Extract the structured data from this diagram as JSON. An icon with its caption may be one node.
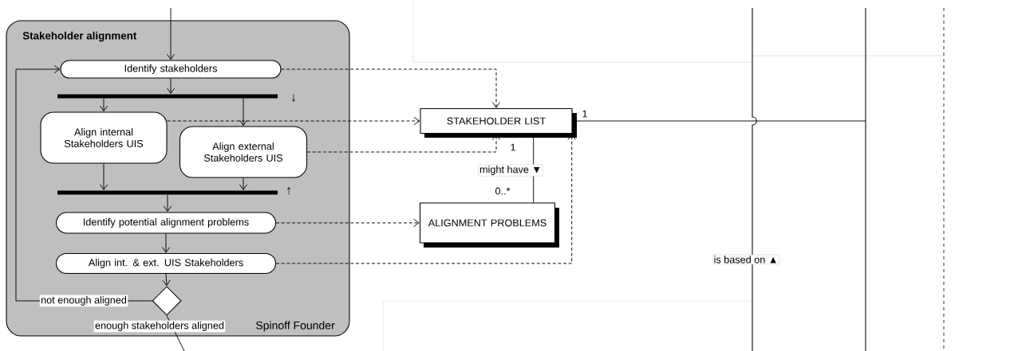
{
  "diagram": {
    "nodes": [
      {
        "text": [
          "Stakeholder alignment",
          "Spinoff Founder"
        ]
      },
      {
        "text": [
          "Identify stakeholders"
        ],
        "in": 0
      },
      {
        "text": [],
        "shape": "bar",
        "in": 0,
        "beside": [
          "↓"
        ]
      },
      {
        "text": [
          "Align internal Stakeholders UIS"
        ],
        "in": 0
      },
      {
        "text": [
          "Align external Stakeholders UIS"
        ],
        "in": 0
      },
      {
        "text": [],
        "shape": "bar",
        "in": 0,
        "beside": [
          "↑"
        ]
      },
      {
        "text": [
          "Identify potential alignment problems"
        ],
        "in": 0
      },
      {
        "text": [
          "Align int. & ext. UIS Stakeholders"
        ],
        "in": 0
      },
      {
        "text": [],
        "shape": "diamond",
        "in": 0
      },
      {
        "text": [
          "STAKEHOLDER LIST"
        ]
      },
      {
        "text": [
          "ALIGNMENT PROBLEMS"
        ]
      }
    ],
    "edges": [
      {
        "from": null,
        "to": 1,
        "arrow": "to"
      },
      {
        "from": 1,
        "to": 2,
        "arrow": "to"
      },
      {
        "from": 2,
        "to": 3,
        "arrow": "to"
      },
      {
        "from": 2,
        "to": 4,
        "arrow": "to"
      },
      {
        "from": 3,
        "to": 5,
        "arrow": "to"
      },
      {
        "from": 4,
        "to": 5,
        "arrow": "to"
      },
      {
        "from": 5,
        "to": 6,
        "arrow": "to"
      },
      {
        "from": 6,
        "to": 7,
        "arrow": "to"
      },
      {
        "from": 7,
        "to": 8,
        "arrow": "to"
      },
      {
        "from": 8,
        "to": 1,
        "arrow": "to",
        "label": "not enough aligned"
      },
      {
        "from": 8,
        "to": null,
        "arrow": "none",
        "label": "enough stakeholders aligned"
      },
      {
        "from": 1,
        "to": 9,
        "arrow": "to",
        "style": "dashed"
      },
      {
        "from": 3,
        "to": 9,
        "arrow": "to",
        "style": "dashed"
      },
      {
        "from": 4,
        "to": 9,
        "arrow": "to",
        "style": "dashed"
      },
      {
        "from": 6,
        "to": 10,
        "arrow": "to",
        "style": "dashed"
      },
      {
        "from": 7,
        "to": 9,
        "arrow": "to",
        "style": "dashed"
      },
      {
        "from": 9,
        "to": 10,
        "arrow": "none",
        "label": "might have ▼"
      },
      {
        "from": 9,
        "to": null,
        "arrow": "none"
      }
    ],
    "labels": [
      "1",
      "1",
      "0..*",
      "is based on ▲"
    ]
  }
}
